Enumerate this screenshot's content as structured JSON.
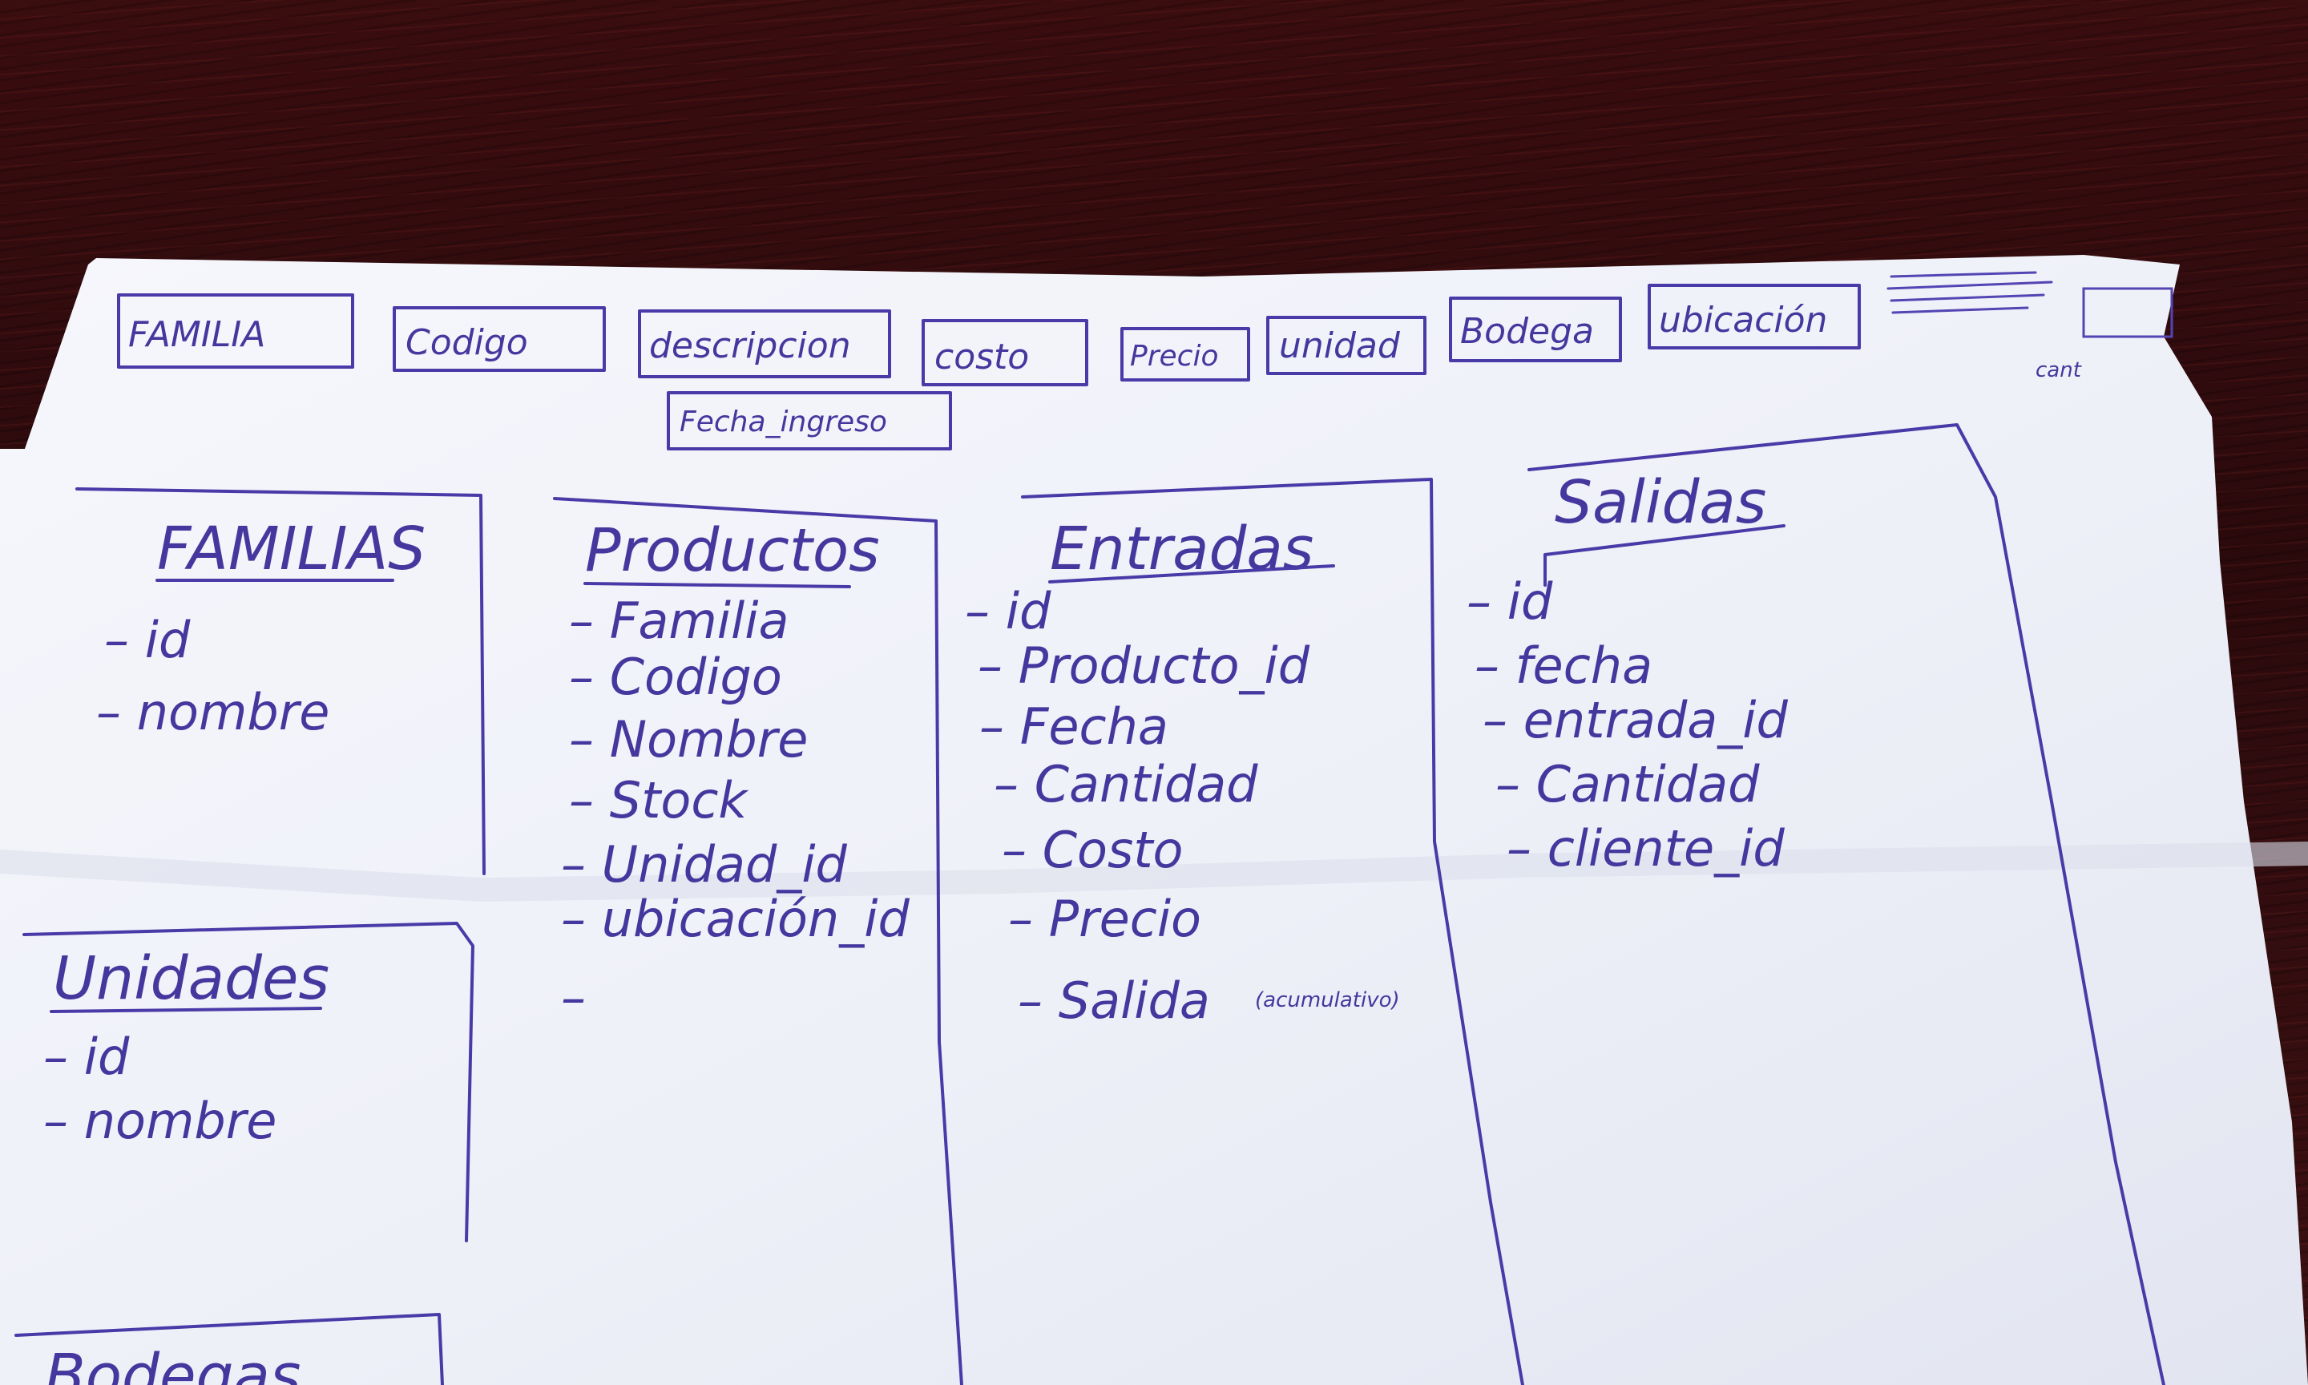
{
  "header_tags": [
    "FAMILIA",
    "Codigo",
    "descripcion",
    "costo",
    "Precio",
    "unidad",
    "Bodega",
    "ubicación"
  ],
  "header_tag_second_row": "Fecha_ingreso",
  "header_fragment": "cant",
  "tables": [
    {
      "name": "FAMILIAS",
      "fields": [
        "id",
        "nombre"
      ]
    },
    {
      "name": "Unidades",
      "fields": [
        "id",
        "nombre"
      ]
    },
    {
      "name": "Bodegas",
      "fields": []
    },
    {
      "name": "Productos",
      "fields": [
        "Familia",
        "Codigo",
        "Nombre",
        "Stock",
        "Unidad_id",
        "ubicación_id",
        ""
      ]
    },
    {
      "name": "Entradas",
      "fields": [
        "id",
        "Producto_id",
        "Fecha",
        "Cantidad",
        "Costo",
        "Precio",
        "Salida"
      ]
    },
    {
      "name": "Salidas",
      "fields": [
        "id",
        "fecha",
        "entrada_id",
        "Cantidad",
        "cliente_id"
      ]
    }
  ],
  "salida_note": "(acumulativo)",
  "colors": {
    "ink": "#4a3aa8",
    "paper": "#f3f4fa",
    "background": "#2b0a0c"
  }
}
